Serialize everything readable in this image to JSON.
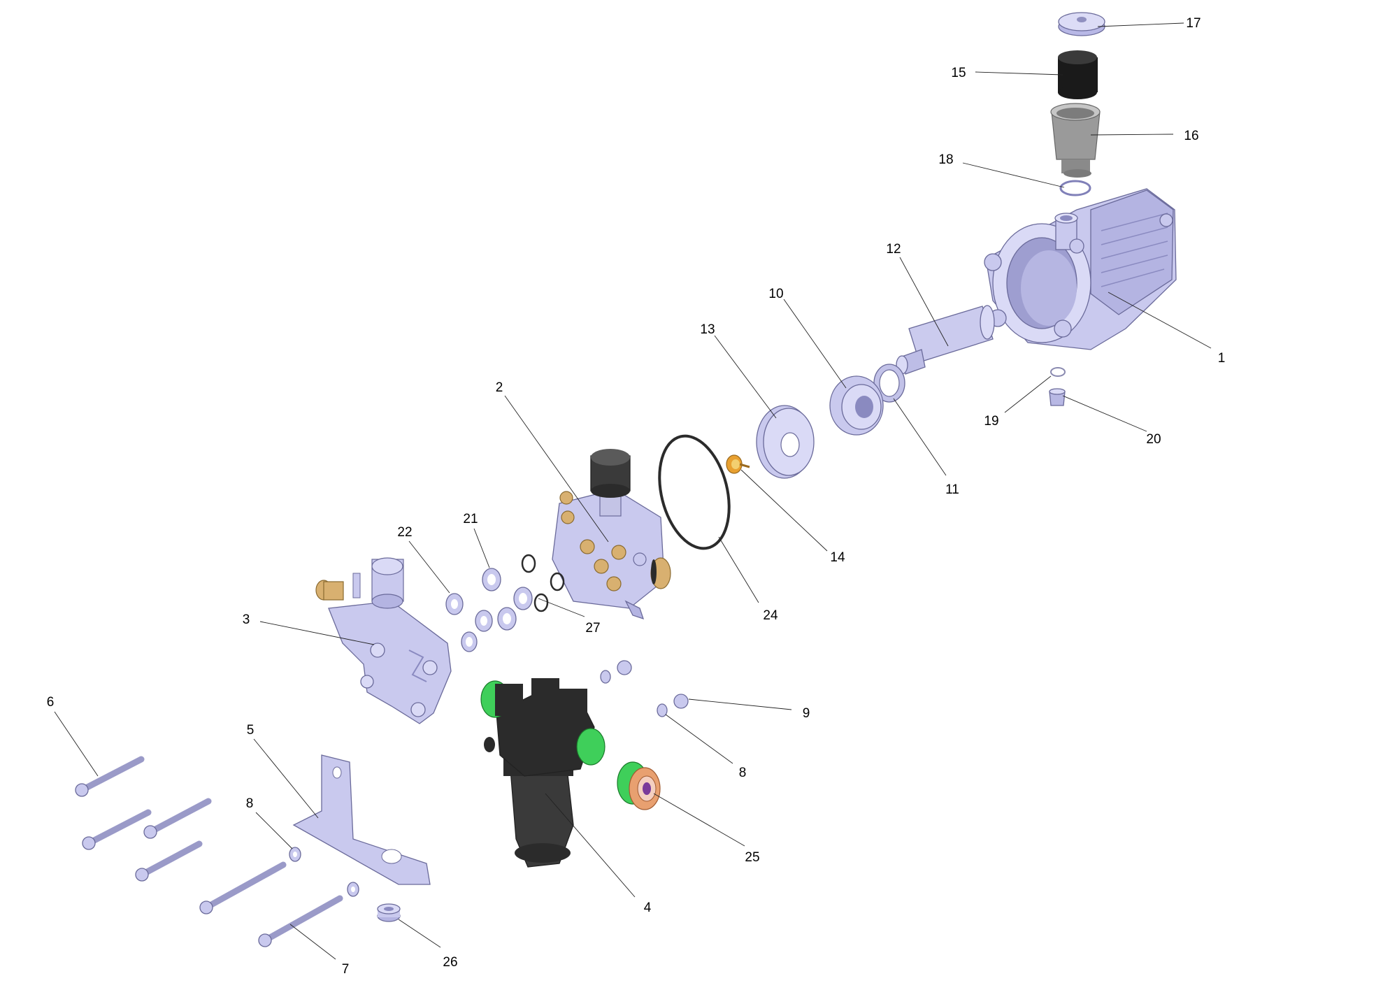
{
  "callouts": [
    {
      "id": "c1",
      "label": "1"
    },
    {
      "id": "c2",
      "label": "2"
    },
    {
      "id": "c3",
      "label": "3"
    },
    {
      "id": "c4",
      "label": "4"
    },
    {
      "id": "c5",
      "label": "5"
    },
    {
      "id": "c6",
      "label": "6"
    },
    {
      "id": "c7",
      "label": "7"
    },
    {
      "id": "c8a",
      "label": "8"
    },
    {
      "id": "c8b",
      "label": "8"
    },
    {
      "id": "c9",
      "label": "9"
    },
    {
      "id": "c10",
      "label": "10"
    },
    {
      "id": "c11",
      "label": "11"
    },
    {
      "id": "c12",
      "label": "12"
    },
    {
      "id": "c13",
      "label": "13"
    },
    {
      "id": "c14",
      "label": "14"
    },
    {
      "id": "c15",
      "label": "15"
    },
    {
      "id": "c16",
      "label": "16"
    },
    {
      "id": "c17",
      "label": "17"
    },
    {
      "id": "c18",
      "label": "18"
    },
    {
      "id": "c19",
      "label": "19"
    },
    {
      "id": "c20",
      "label": "20"
    },
    {
      "id": "c21",
      "label": "21"
    },
    {
      "id": "c22",
      "label": "22"
    },
    {
      "id": "c24",
      "label": "24"
    },
    {
      "id": "c25",
      "label": "25"
    },
    {
      "id": "c26",
      "label": "26"
    },
    {
      "id": "c27",
      "label": "27"
    }
  ],
  "colors": {
    "part_fill": "#c9c9ee",
    "part_shade": "#a6a6d6",
    "part_stroke": "#6a6a9a",
    "dark_part": "#2b2b2b",
    "rubber_black": "#1a1a1a",
    "grey_part": "#9a9a9a",
    "green_accent": "#3fcf5a",
    "brass": "#d8b070",
    "orange_accent": "#e8a030",
    "leader_line": "#222222",
    "background": "#ffffff"
  }
}
